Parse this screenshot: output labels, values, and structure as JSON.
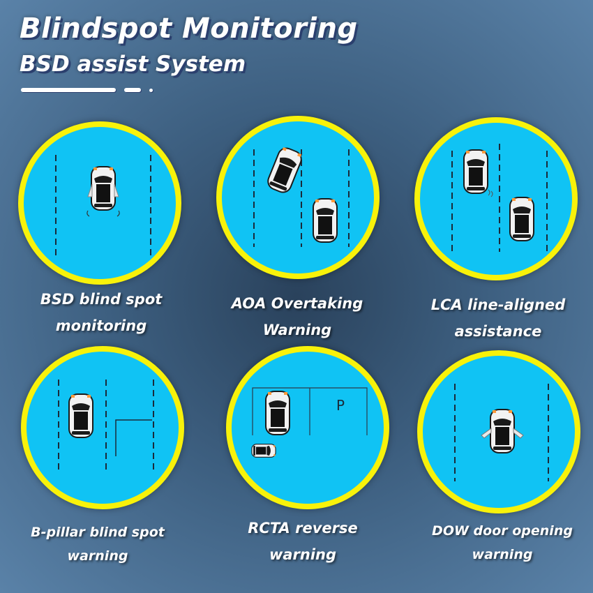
{
  "header": {
    "title": "Blindspot Monitoring",
    "subtitle": "BSD assist System"
  },
  "colors": {
    "circle_fill": "#10c3f4",
    "circle_ring": "#f8f20a",
    "background": "#3d5f80"
  },
  "features": [
    {
      "line1": "BSD blind spot",
      "line2": "monitoring"
    },
    {
      "line1": "AOA Overtaking",
      "line2": "Warning"
    },
    {
      "line1": "LCA line-aligned",
      "line2": "assistance"
    },
    {
      "line1": "B-pillar blind spot",
      "line2": "warning"
    },
    {
      "line1": "RCTA reverse",
      "line2": "warning"
    },
    {
      "line1": "DOW door opening",
      "line2": "warning"
    }
  ],
  "parking_sign": "P",
  "icons": [
    "car-top-view-icon",
    "lane-marking-icon",
    "parking-space-icon",
    "door-open-icon"
  ]
}
